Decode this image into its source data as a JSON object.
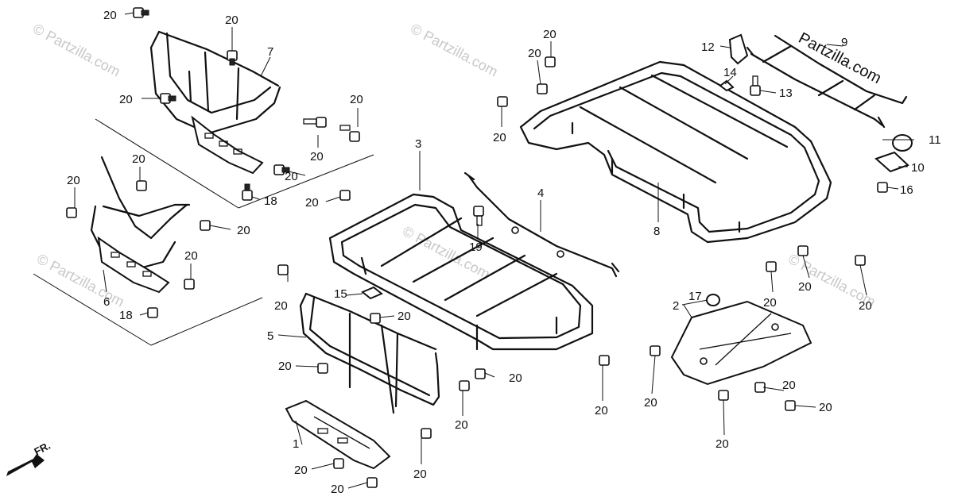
{
  "watermark": "© Partzilla.com",
  "brand": "Partzilla.com",
  "front_marker": "FR.",
  "labels": {
    "p1": "1",
    "p2": "2",
    "p3": "3",
    "p4": "4",
    "p5": "5",
    "p6": "6",
    "p7": "7",
    "p8": "8",
    "p9": "9",
    "p10": "10",
    "p11": "11",
    "p12": "12",
    "p13": "13",
    "p14": "14",
    "p15": "15",
    "p16": "16",
    "p17": "17",
    "p18": "18",
    "p19": "19",
    "p20": "20"
  }
}
